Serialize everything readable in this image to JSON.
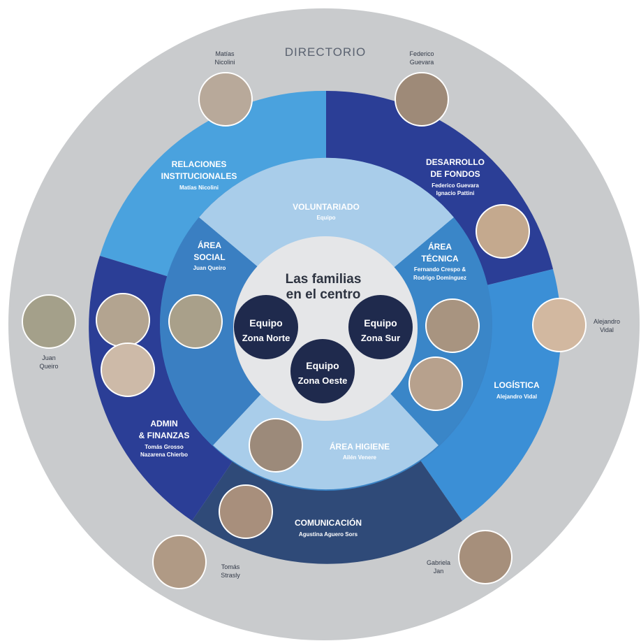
{
  "colors": {
    "page_bg": "#ffffff",
    "outer_ring": "#c9cbcd",
    "center_bg": "#e5e6e8",
    "light_blue": "#4aa2de",
    "dark_blue": "#2b3e96",
    "mid_blue": "#3b84c6",
    "pale_blue": "#a9cdea",
    "navy_slate": "#2f4a78",
    "team_circle": "#1f2a4d",
    "person_circle": "#b8a99a"
  },
  "outer": {
    "title": "DIRECTORIO"
  },
  "center": {
    "title_line1": "Las familias",
    "title_line2": "en el centro"
  },
  "teams": [
    {
      "line1": "Equipo",
      "line2": "Zona Norte"
    },
    {
      "line1": "Equipo",
      "line2": "Zona Sur"
    },
    {
      "line1": "Equipo",
      "line2": "Zona Oeste"
    }
  ],
  "areas": {
    "relaciones": {
      "line1": "RELACIONES",
      "line2": "INSTITUCIONALES",
      "person": "Matías Nicolini"
    },
    "desarrollo": {
      "line1": "DESARROLLO",
      "line2": "DE FONDOS",
      "person1": "Federico Guevara",
      "person2": "Ignacio Pattini"
    },
    "voluntariado": {
      "line1": "VOLUNTARIADO",
      "person": "Equipo"
    },
    "social": {
      "line1": "ÁREA",
      "line2": "SOCIAL",
      "person": "Juan Queiro"
    },
    "tecnica": {
      "line1": "ÁREA",
      "line2": "TÉCNICA",
      "person1": "Fernando Crespo &",
      "person2": "Rodrigo Domínguez"
    },
    "logistica": {
      "line1": "LOGÍSTICA",
      "person": "Alejandro Vidal"
    },
    "higiene": {
      "line1": "ÁREA HIGIENE",
      "person": "Ailén Venere"
    },
    "admin": {
      "line1": "ADMIN",
      "line2": "& FINANZAS",
      "person1": "Tomás Grosso",
      "person2": "Nazarena Chierbo"
    },
    "comunicacion": {
      "line1": "COMUNICACIÓN",
      "person": "Agustina Aguero Sors"
    }
  },
  "outer_people": {
    "top_left": {
      "line1": "Matías",
      "line2": "Nicolini"
    },
    "top_right": {
      "line1": "Federico",
      "line2": "Guevara"
    },
    "left": {
      "line1": "Juan",
      "line2": "Queiro"
    },
    "right": {
      "line1": "Alejandro",
      "line2": "Vidal"
    },
    "bottom_left": {
      "line1": "Tomás",
      "line2": "Strasly"
    },
    "bottom_right": {
      "line1": "Gabriela",
      "line2": "Jan"
    }
  }
}
